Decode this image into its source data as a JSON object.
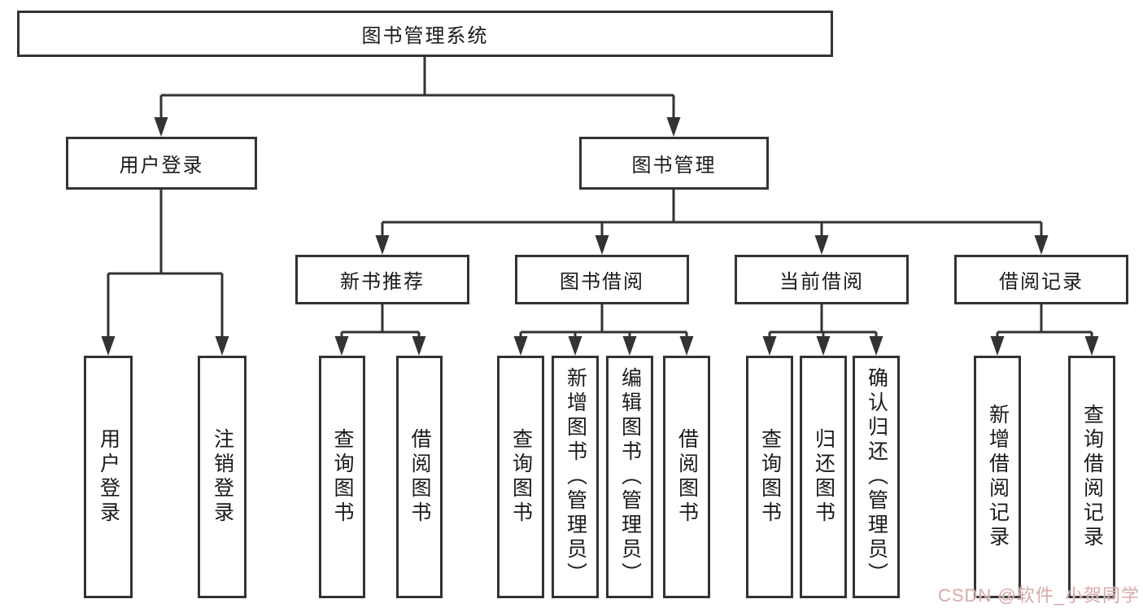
{
  "page": {
    "background": "#ffffff",
    "line_color": "#333333",
    "text_color": "#1a1a1a"
  },
  "nodes": {
    "root": {
      "label": "图书管理系统"
    },
    "user_login": {
      "label": "用户登录"
    },
    "book_mgmt": {
      "label": "图书管理"
    },
    "new_books": {
      "label": "新书推荐"
    },
    "book_borrow": {
      "label": "图书借阅"
    },
    "current_borrow": {
      "label": "当前借阅"
    },
    "borrow_records": {
      "label": "借阅记录"
    },
    "leaf_user_login": {
      "label": "用户登录"
    },
    "leaf_logout": {
      "label": "注销登录"
    },
    "leaf_nb_query": {
      "label": "查询图书"
    },
    "leaf_nb_borrow": {
      "label": "借阅图书"
    },
    "leaf_bb_query": {
      "label": "查询图书"
    },
    "leaf_bb_add": {
      "label": "新增图书（管理员）"
    },
    "leaf_bb_edit": {
      "label": "编辑图书（管理员）"
    },
    "leaf_bb_borrow": {
      "label": "借阅图书"
    },
    "leaf_cb_query": {
      "label": "查询图书"
    },
    "leaf_cb_return": {
      "label": "归还图书"
    },
    "leaf_cb_confirm": {
      "label": "确认归还（管理员）"
    },
    "leaf_br_add": {
      "label": "新增借阅记录"
    },
    "leaf_br_query": {
      "label": "查询借阅记录"
    }
  },
  "watermark": {
    "text": "CSDN @软件_小贺同学",
    "color": "#d9a8a8"
  }
}
